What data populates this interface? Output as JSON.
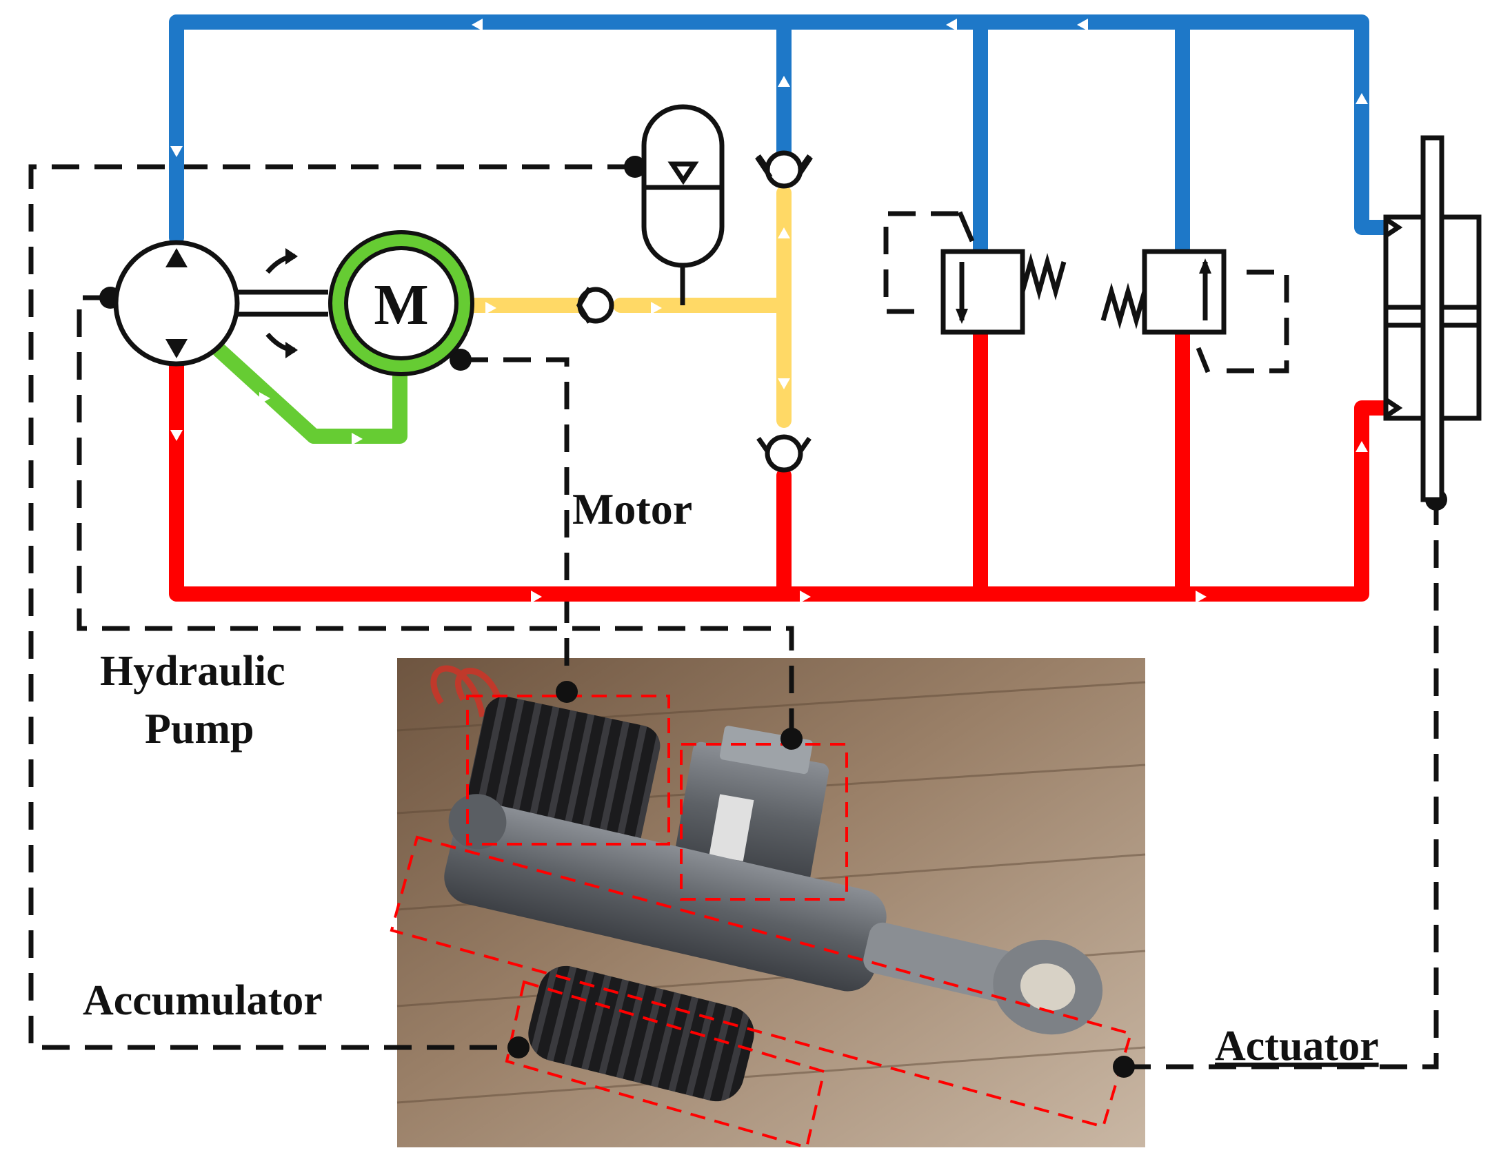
{
  "labels": {
    "motor": "Motor",
    "motor_symbol": "M",
    "hydraulic_pump_line1": "Hydraulic",
    "hydraulic_pump_line2": "Pump",
    "accumulator": "Accumulator",
    "actuator": "Actuator"
  },
  "colors": {
    "return_line": "#1e78c8",
    "pressure_line": "#ff0000",
    "charge_line": "#ffd966",
    "motor_ring": "#66cc33",
    "photo_outline": "#ff0000",
    "leader_lines": "#111111"
  },
  "icons": {
    "pump": "bidirectional-pump-icon",
    "motor": "electric-motor-icon",
    "accumulator": "accumulator-icon",
    "check_valve": "check-valve-icon",
    "relief_valve": "relief-valve-icon",
    "cylinder": "double-acting-cylinder-icon"
  }
}
